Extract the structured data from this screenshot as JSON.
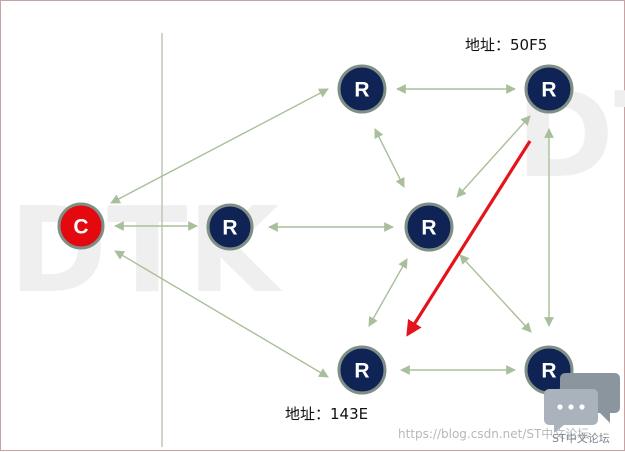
{
  "diagram": {
    "watermark_text": "DTK",
    "watermark_text_right": "DT",
    "client_node": {
      "label": "C",
      "color": "#e3090f"
    },
    "router_nodes": [
      {
        "id": "r_top_mid",
        "label": "R"
      },
      {
        "id": "r_top_right",
        "label": "R"
      },
      {
        "id": "r_mid_left",
        "label": "R"
      },
      {
        "id": "r_mid_center",
        "label": "R"
      },
      {
        "id": "r_bottom_mid",
        "label": "R"
      },
      {
        "id": "r_bottom_right",
        "label": "R"
      }
    ],
    "router_color": "#0f2354",
    "node_border_color": "#7f8f86",
    "connector_color": "#a9bf9b",
    "route_arrow_color": "#e3141c",
    "address_top": "地址：50F5",
    "address_bottom": "地址：143E"
  },
  "watermark": {
    "url": "https://blog.csdn.net/ST中文论坛",
    "forum_label": "ST中文论坛"
  }
}
